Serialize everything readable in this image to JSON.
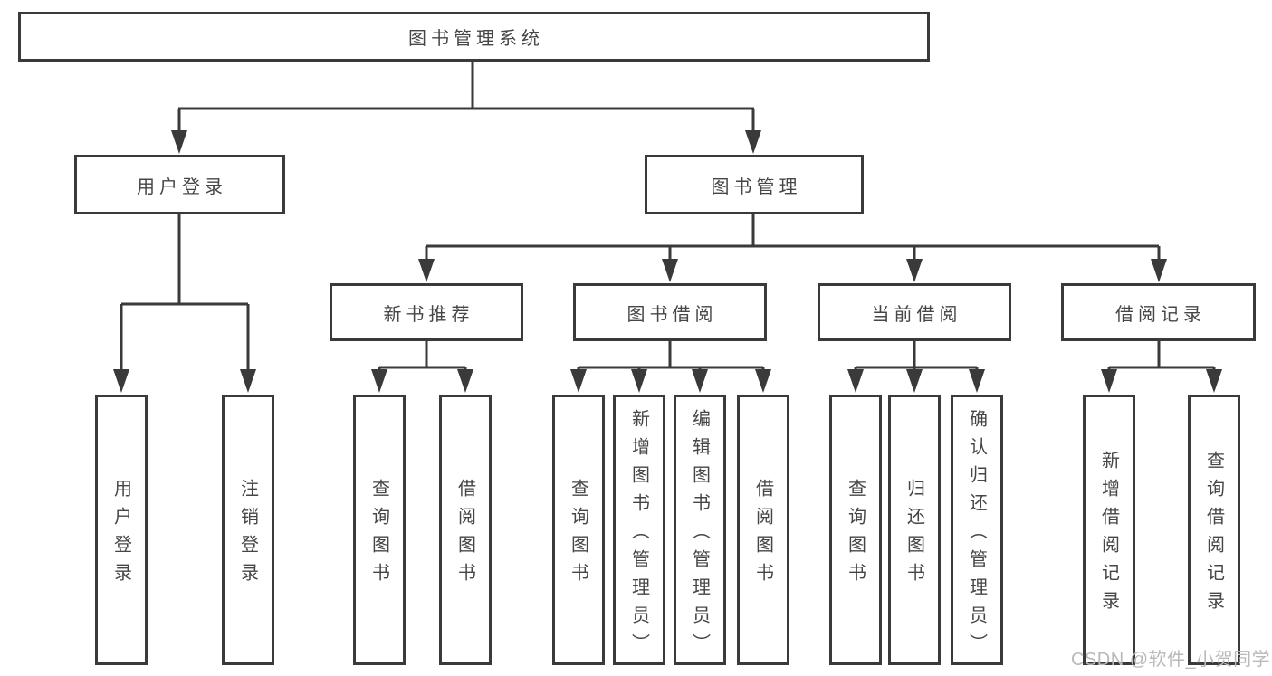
{
  "diagram": {
    "type": "tree",
    "root": "图书管理系统",
    "level2": [
      {
        "label": "用户登录",
        "leaves": [
          "用户登录",
          "注销登录"
        ]
      },
      {
        "label": "图书管理",
        "level3": [
          {
            "label": "新书推荐",
            "leaves": [
              "查询图书",
              "借阅图书"
            ]
          },
          {
            "label": "图书借阅",
            "leaves": [
              "查询图书",
              "新增图书（管理员）",
              "编辑图书（管理员）",
              "借阅图书"
            ]
          },
          {
            "label": "当前借阅",
            "leaves": [
              "查询图书",
              "归还图书",
              "确认归还（管理员）"
            ]
          },
          {
            "label": "借阅记录",
            "leaves": [
              "新增借阅记录",
              "查询借阅记录"
            ]
          }
        ]
      }
    ]
  },
  "watermark": "CSDN @软件_小贺同学",
  "colors": {
    "line": "#3a3a3a",
    "text": "#464646",
    "watermark": "#b9b9b9",
    "background": "#ffffff"
  }
}
